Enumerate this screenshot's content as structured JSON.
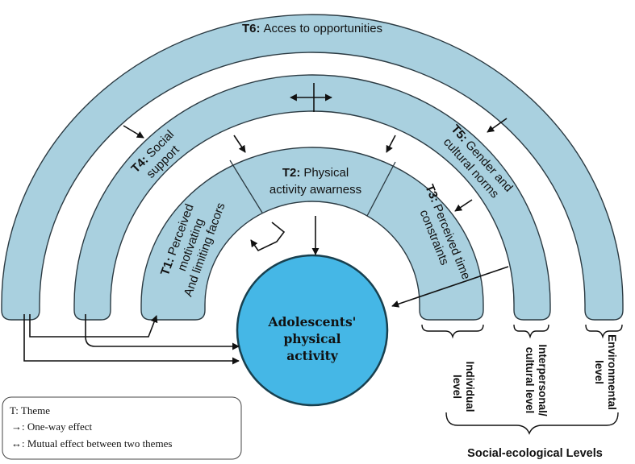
{
  "colors": {
    "band_fill": "#a9d0df",
    "band_stroke": "#2b3a42",
    "center_fill": "#45b7e6",
    "center_stroke": "#18404f",
    "line": "#111111"
  },
  "themes": {
    "t6": {
      "code": "T6:",
      "label": "Acces to opportunities"
    },
    "t4": {
      "code": "T4:",
      "line1": "Social",
      "line2": "support"
    },
    "t5": {
      "code": "T5:",
      "line1": "Gender and",
      "line2": "cultural norms"
    },
    "t2": {
      "code": "T2:",
      "line1": "Physical",
      "line2": "activity awarness"
    },
    "t1": {
      "code": "T1:",
      "line1": "Perceived",
      "line2": "motivating",
      "line3": "And limiting facors"
    },
    "t3": {
      "code": "T3:",
      "line1": "Perceived time",
      "line2": "constraints"
    }
  },
  "center": {
    "line1": "Adolescents'",
    "line2": "physical",
    "line3": "activity"
  },
  "levels": {
    "individual": {
      "line1": "Individual",
      "line2": "level"
    },
    "interpersonal": {
      "line1": "Interpersonal/",
      "line2": "cultural level"
    },
    "environmental": {
      "line1": "Environmental",
      "line2": "level"
    },
    "title": "Social-ecological Levels"
  },
  "legend": {
    "theme": "T: Theme",
    "one_way": "→: One-way effect",
    "mutual": "↔: Mutual effect between two  themes"
  }
}
